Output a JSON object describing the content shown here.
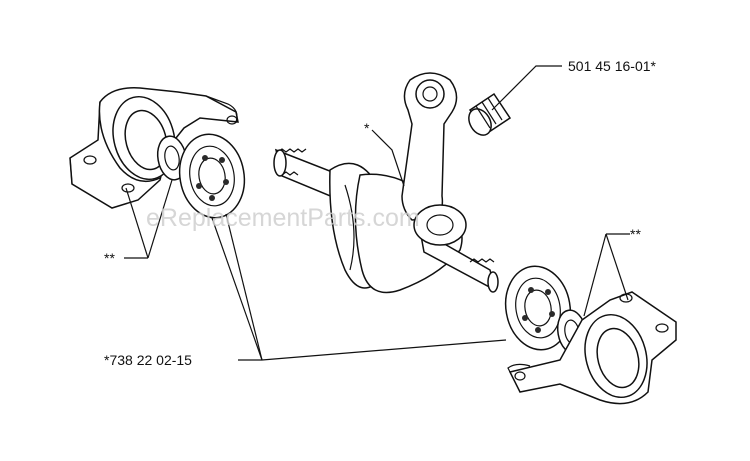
{
  "diagram": {
    "watermark": "eReplacementParts.com",
    "labels": {
      "needle_bearing": "501 45 16-01*",
      "crank_star": "*",
      "left_double_star": "**",
      "right_double_star": "**",
      "ball_bearing": "*738 22 02-15"
    }
  }
}
